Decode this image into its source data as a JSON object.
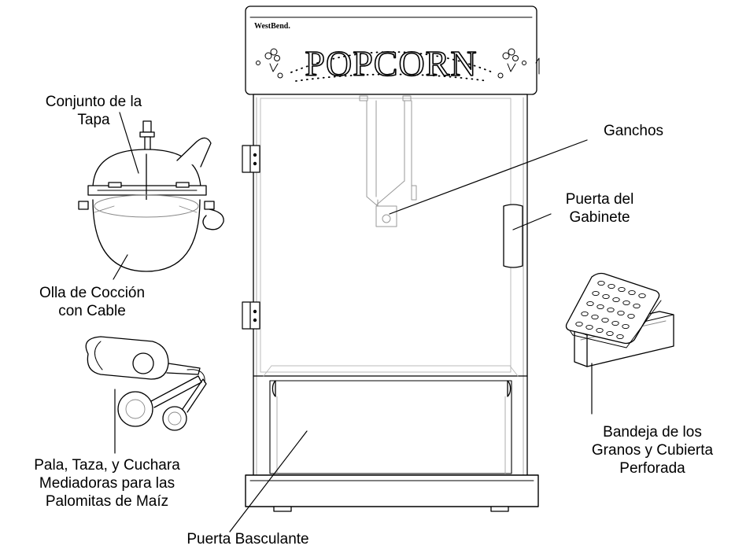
{
  "machine": {
    "brand": "WestBend.",
    "sign": "POPCORN"
  },
  "labels": {
    "lid_assembly": [
      "Conjunto de la",
      "Tapa"
    ],
    "kettle": [
      "Olla de Cocción",
      "con Cable"
    ],
    "scoop": [
      "Pala, Taza, y Cuchara",
      "Mediadoras para las",
      "Palomitas de Maíz"
    ],
    "hooks": [
      "Ganchos"
    ],
    "cabinet_door": [
      "Puerta del",
      "Gabinete"
    ],
    "tray": [
      "Bandeja de los",
      "Granos y Cubierta",
      "Perforada"
    ],
    "tilt_door": [
      "Puerta Basculante"
    ]
  }
}
